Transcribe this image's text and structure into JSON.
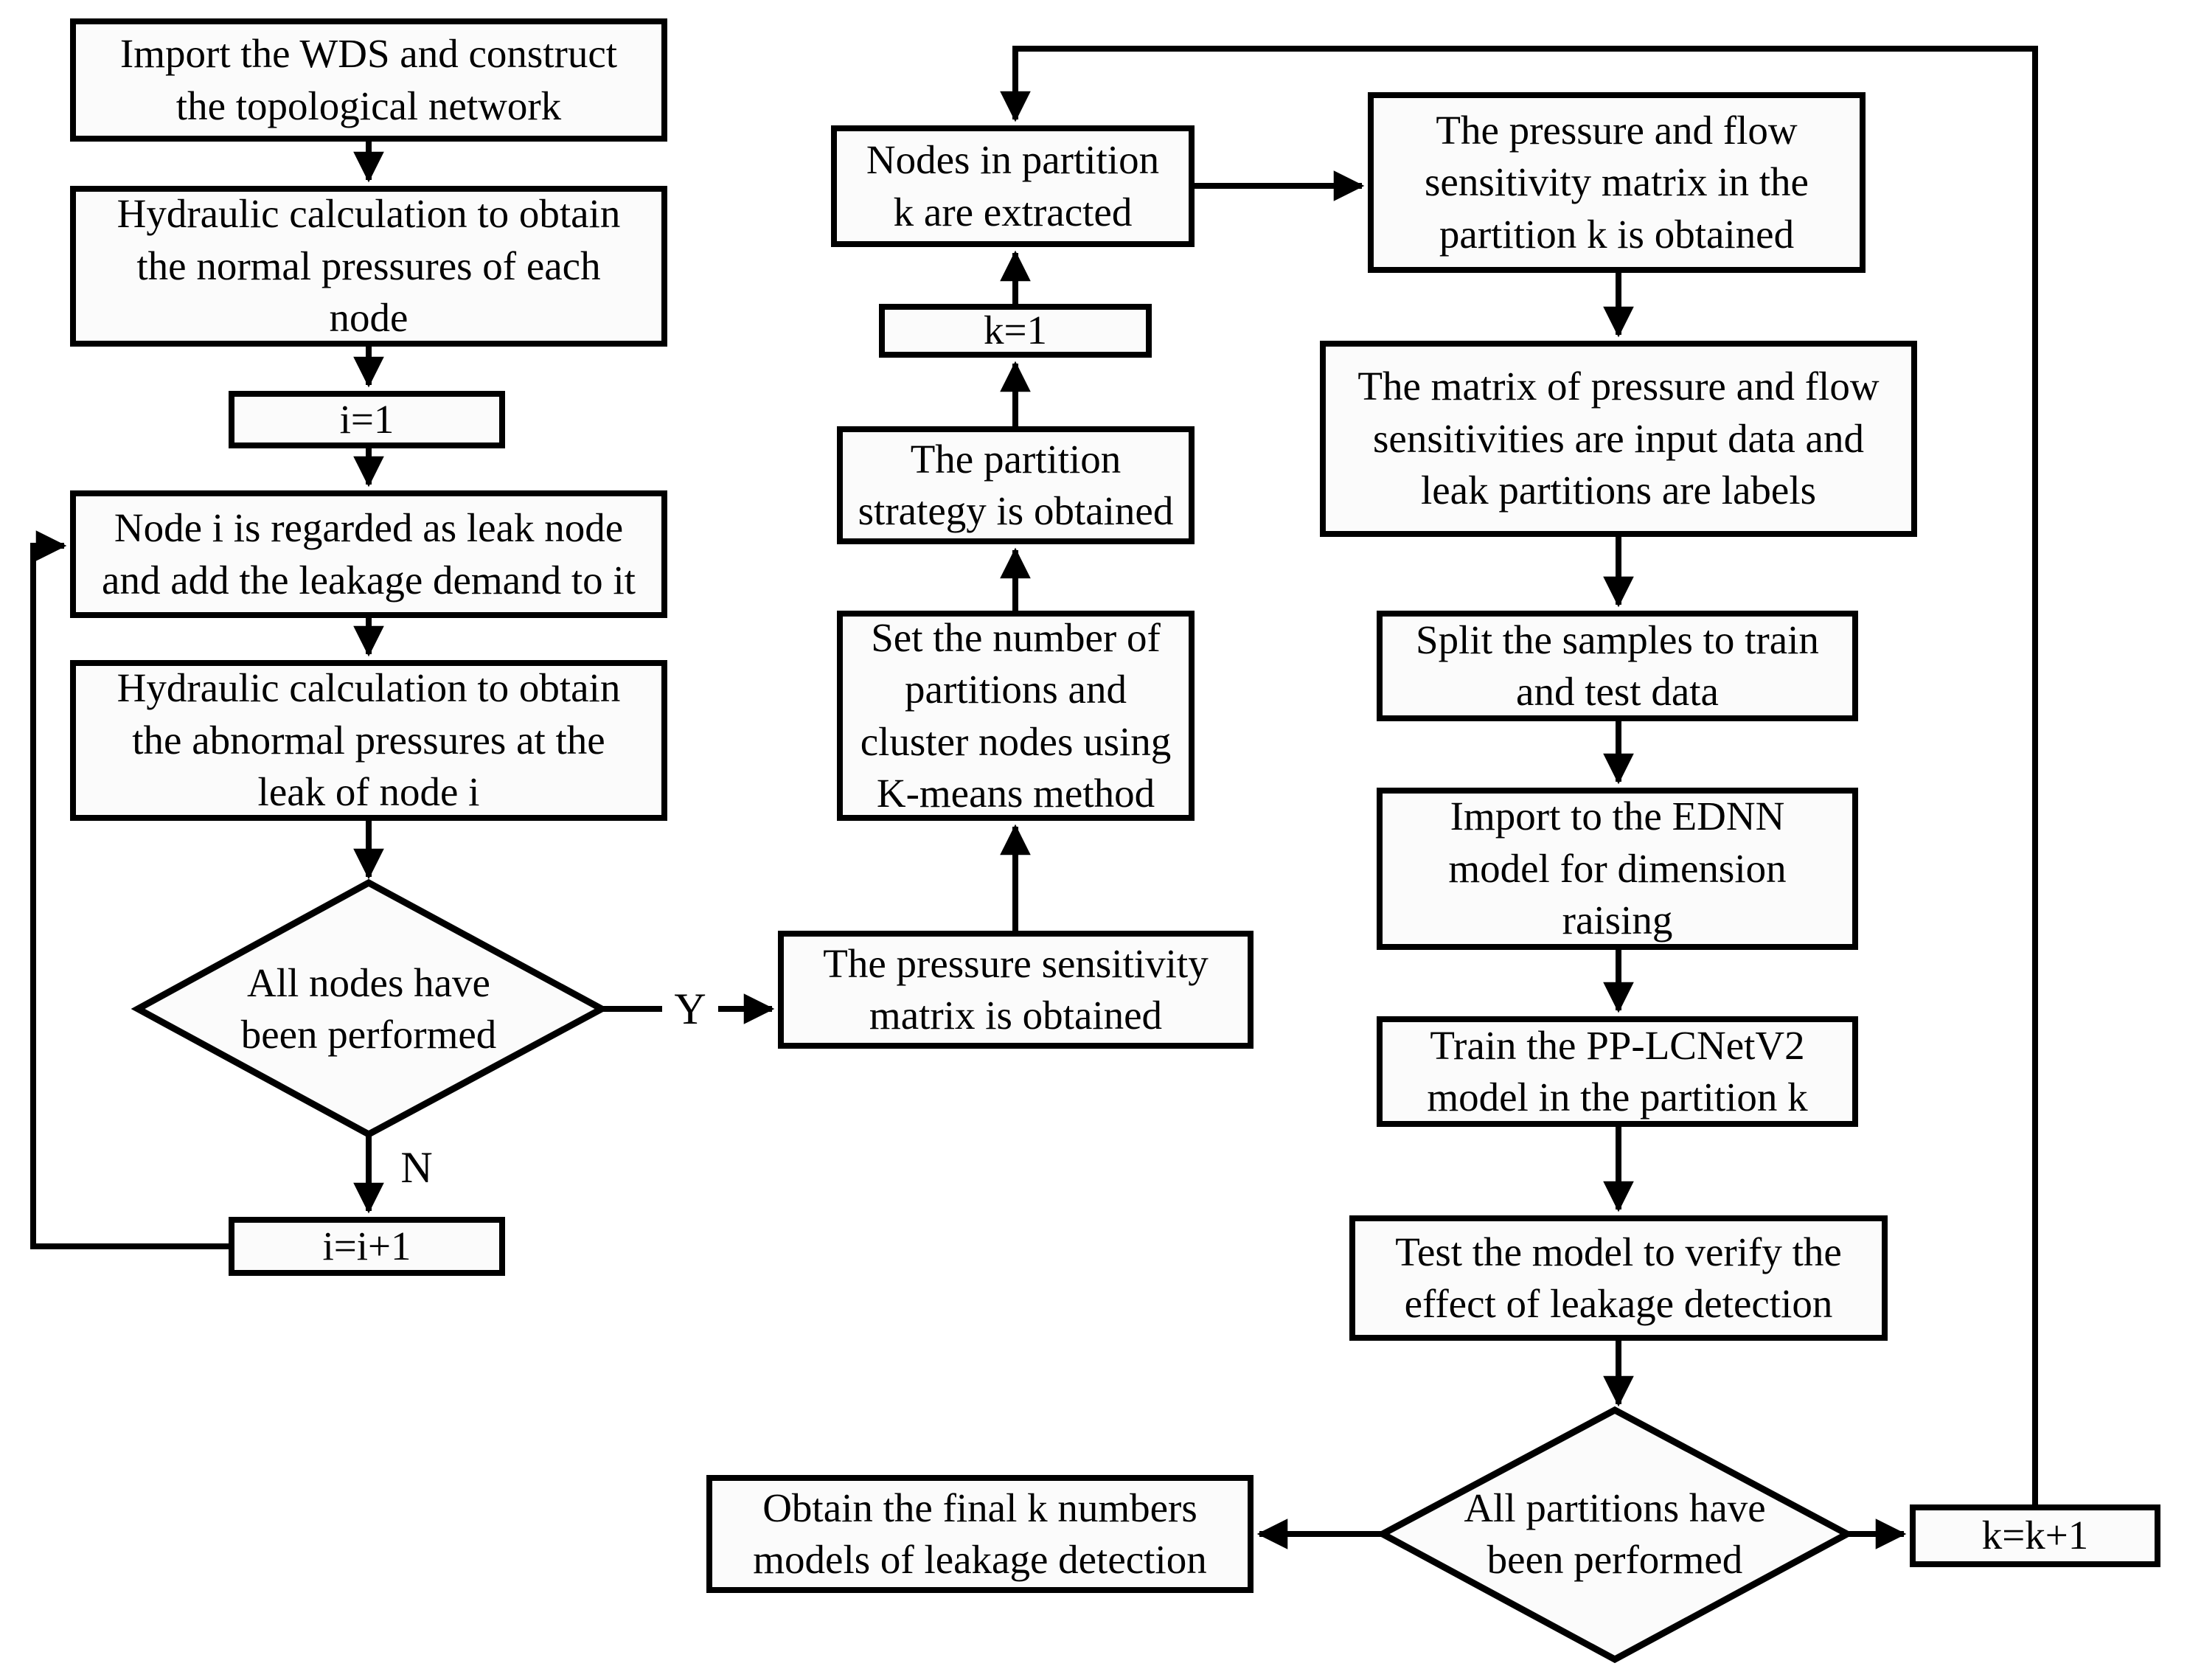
{
  "labels": {
    "yes": "Y",
    "no": "N"
  },
  "nodes": {
    "import_wds": {
      "label": "Import the WDS and construct\nthe topological network"
    },
    "hydraulic_normal": {
      "label": "Hydraulic calculation to obtain\nthe normal pressures of each\nnode"
    },
    "i_init": {
      "label": "i=1"
    },
    "leak_node": {
      "label": "Node i is regarded as leak node\nand add the leakage demand to it"
    },
    "hydraulic_abnormal": {
      "label": "Hydraulic calculation to obtain\nthe abnormal pressures at the\nleak of node i"
    },
    "all_nodes_decision": {
      "label": "All nodes have\nbeen performed"
    },
    "i_increment": {
      "label": "i=i+1"
    },
    "pressure_matrix": {
      "label": "The pressure sensitivity\nmatrix is obtained"
    },
    "set_partitions": {
      "label": "Set the number of\npartitions and\ncluster nodes using\nK-means method"
    },
    "partition_strategy": {
      "label": "The partition\nstrategy is obtained"
    },
    "k_init": {
      "label": "k=1"
    },
    "nodes_in_partition": {
      "label": "Nodes in partition\nk are extracted"
    },
    "pf_sensitivity": {
      "label": "The pressure and flow\nsensitivity matrix in the\npartition k is obtained"
    },
    "matrix_input_labels": {
      "label": "The matrix of pressure and flow\nsensitivities are input data and\nleak partitions are labels"
    },
    "split_samples": {
      "label": "Split the samples to train\nand test data"
    },
    "ednn_import": {
      "label": "Import to the EDNN\nmodel for dimension\nraising"
    },
    "train_pplcnet": {
      "label": "Train the PP-LCNetV2\nmodel  in the partition k"
    },
    "test_model": {
      "label": "Test the model to verify the\neffect of leakage detection"
    },
    "all_partitions_decision": {
      "label": "All partitions have\nbeen performed"
    },
    "k_increment": {
      "label": "k=k+1"
    },
    "final_models": {
      "label": "Obtain the final k numbers\nmodels of leakage detection"
    }
  },
  "edges": [
    {
      "from": "import_wds",
      "to": "hydraulic_normal",
      "label": ""
    },
    {
      "from": "hydraulic_normal",
      "to": "i_init",
      "label": ""
    },
    {
      "from": "i_init",
      "to": "leak_node",
      "label": ""
    },
    {
      "from": "leak_node",
      "to": "hydraulic_abnormal",
      "label": ""
    },
    {
      "from": "hydraulic_abnormal",
      "to": "all_nodes_decision",
      "label": ""
    },
    {
      "from": "all_nodes_decision",
      "to": "i_increment",
      "label": "N"
    },
    {
      "from": "i_increment",
      "to": "leak_node",
      "label": ""
    },
    {
      "from": "all_nodes_decision",
      "to": "pressure_matrix",
      "label": "Y"
    },
    {
      "from": "pressure_matrix",
      "to": "set_partitions",
      "label": ""
    },
    {
      "from": "set_partitions",
      "to": "partition_strategy",
      "label": ""
    },
    {
      "from": "partition_strategy",
      "to": "k_init",
      "label": ""
    },
    {
      "from": "k_init",
      "to": "nodes_in_partition",
      "label": ""
    },
    {
      "from": "nodes_in_partition",
      "to": "pf_sensitivity",
      "label": ""
    },
    {
      "from": "pf_sensitivity",
      "to": "matrix_input_labels",
      "label": ""
    },
    {
      "from": "matrix_input_labels",
      "to": "split_samples",
      "label": ""
    },
    {
      "from": "split_samples",
      "to": "ednn_import",
      "label": ""
    },
    {
      "from": "ednn_import",
      "to": "train_pplcnet",
      "label": ""
    },
    {
      "from": "train_pplcnet",
      "to": "test_model",
      "label": ""
    },
    {
      "from": "test_model",
      "to": "all_partitions_decision",
      "label": ""
    },
    {
      "from": "all_partitions_decision",
      "to": "k_increment",
      "label": ""
    },
    {
      "from": "k_increment",
      "to": "nodes_in_partition",
      "label": ""
    },
    {
      "from": "all_partitions_decision",
      "to": "final_models",
      "label": ""
    }
  ]
}
